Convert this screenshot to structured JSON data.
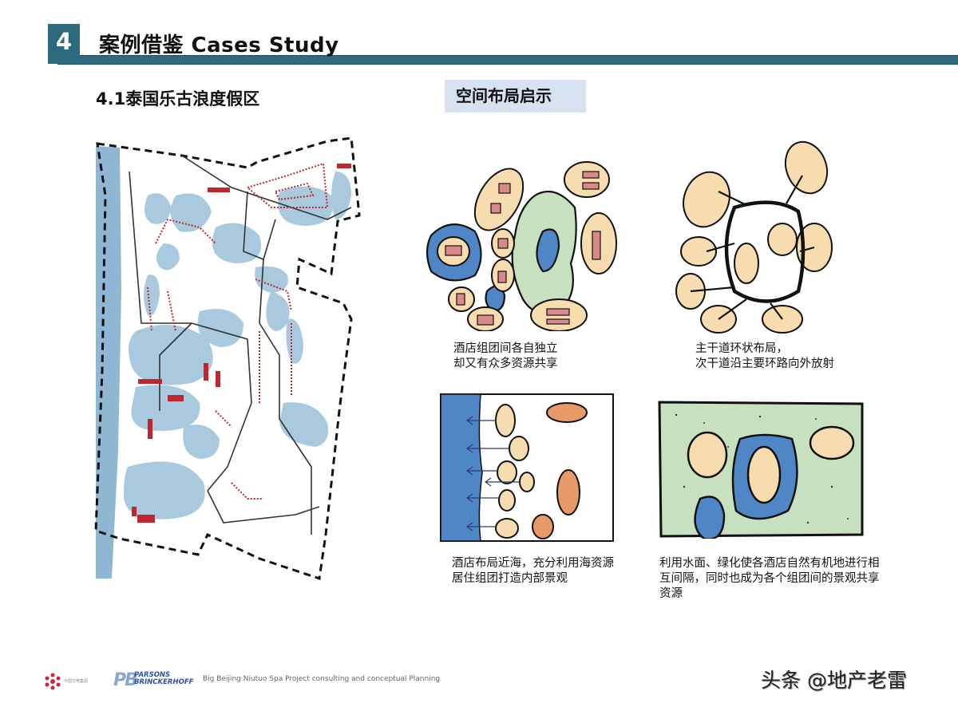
{
  "header": {
    "section_number": "4",
    "title": "案例借鉴 Cases  Study",
    "accent_color": "#2b6a7e"
  },
  "section": {
    "subtitle": "4.1泰国乐古浪度假区",
    "badge_label": "空间布局启示",
    "badge_color": "#d6e2f0"
  },
  "site_plan": {
    "label": "site-plan-map",
    "colors": {
      "water": "#a9c9de",
      "sea": "#8fb6d3",
      "buildings": "#c0262b",
      "roads": "#333333",
      "boundary": "#111111"
    }
  },
  "diagrams": [
    {
      "id": "clusters",
      "caption_lines": [
        "酒店组团间各自独立",
        "却又有众多资源共享"
      ]
    },
    {
      "id": "ring-road",
      "caption_lines": [
        "主干道环状布局，",
        "次干道沿主要环路向外放射"
      ]
    },
    {
      "id": "seafront",
      "caption_lines": [
        "酒店布局近海，充分利用海资源",
        "居住组团打造内部景观"
      ]
    },
    {
      "id": "water-green",
      "caption_lines": [
        "利用水面、绿化使各酒店自然有机地进行相",
        "互间隔，同时也成为各个组团间的景观共享",
        "资源"
      ]
    }
  ],
  "diagram_colors": {
    "cluster_fill": "#f6dcae",
    "building_fill": "#d9898a",
    "green_fill": "#c7e0bf",
    "water_fill": "#4f86c6",
    "orange_fill": "#e79a67"
  },
  "footer": {
    "logo1_text": "中国华电集团",
    "logo2_mark": "PB",
    "logo2_line1": "PARSONS",
    "logo2_line2": "BRINCKERHOFF",
    "project_text": "Big Beijing Niutuo Spa Project consulting and conceptual Planning",
    "watermark": "头条 @地产老雷"
  }
}
